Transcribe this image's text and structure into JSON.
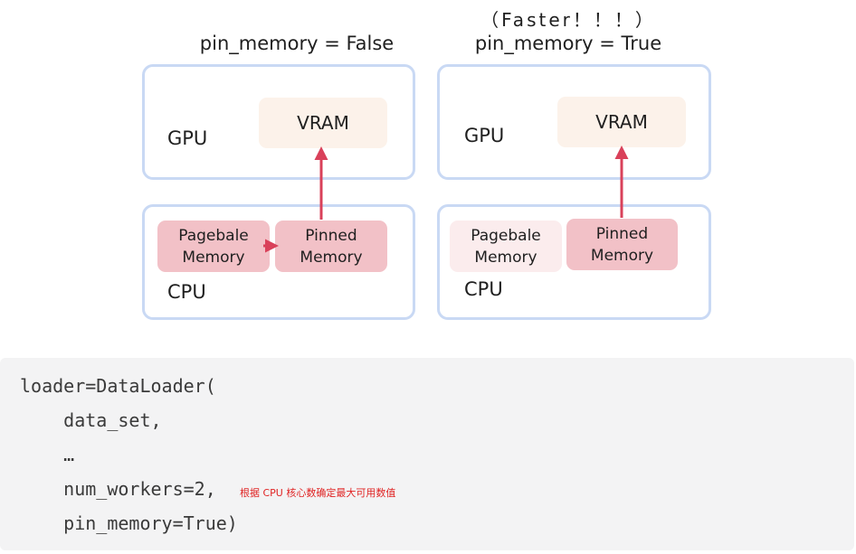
{
  "left": {
    "title": "pin_memory = False",
    "gpu_label": "GPU",
    "vram_label": "VRAM",
    "cpu_label": "CPU",
    "pageable": [
      "Pagebale",
      "Memory"
    ],
    "pinned": [
      "Pinned",
      "Memory"
    ]
  },
  "right": {
    "note": "（Faster！！！）",
    "title": "pin_memory = True",
    "gpu_label": "GPU",
    "vram_label": "VRAM",
    "cpu_label": "CPU",
    "pageable": [
      "Pagebale",
      "Memory"
    ],
    "pinned": [
      "Pinned",
      "Memory"
    ]
  },
  "colors": {
    "panel_border": "#c9d9f4",
    "vram_fill": "#fcf2ea",
    "memory_fill": "#f2c1c7",
    "memory_fill_light": "#fbeced",
    "arrow": "#d9415a",
    "code_bg": "#f3f3f4",
    "comment": "#e02424"
  },
  "code": {
    "lines": [
      "loader=DataLoader(",
      "    data_set,",
      "    …",
      "    num_workers=2,",
      "    pin_memory=True)"
    ],
    "comment": "根据 CPU 核心数确定最大可用数值"
  }
}
